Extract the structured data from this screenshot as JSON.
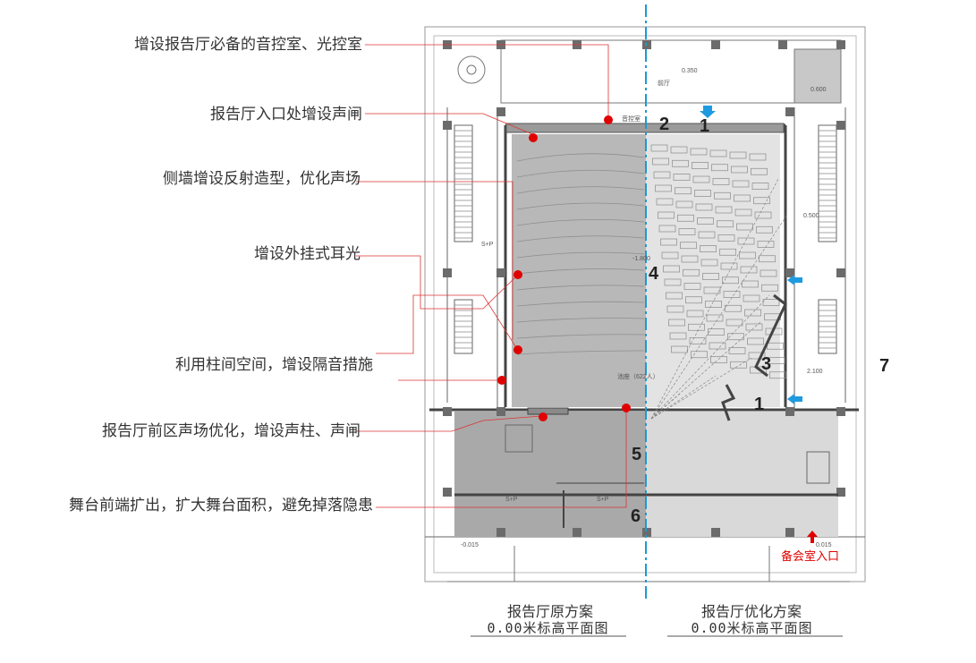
{
  "annotations": [
    {
      "id": "sound-light-control",
      "text": "增设报告厅必备的音控室、光控室"
    },
    {
      "id": "entrance-sound-lock",
      "text": "报告厅入口处增设声闸"
    },
    {
      "id": "side-wall-reflector",
      "text": "侧墙增设反射造型，优化声场"
    },
    {
      "id": "ear-light",
      "text": "增设外挂式耳光"
    },
    {
      "id": "column-sound-insulation",
      "text": "利用柱间空间，增设隔音措施"
    },
    {
      "id": "front-area-acoustics",
      "text": "报告厅前区声场优化，增设声柱、声闸"
    },
    {
      "id": "stage-extension",
      "text": "舞台前端扩出，扩大舞台面积，避免掉落隐患"
    }
  ],
  "numbers": [
    "1",
    "2",
    "4",
    "3",
    "1",
    "5",
    "6",
    "7"
  ],
  "captions": {
    "original_title": "报告厅原方案",
    "original_sub": "0.00米标高平面图",
    "optimized_title": "报告厅优化方案",
    "optimized_sub": "0.00米标高平面图"
  },
  "plan_labels": {
    "seats": "池座（622人）",
    "backup_room_entrance": "备会室入口",
    "lobby": "前厅",
    "control_room": "音控室",
    "level_0350": "0.350",
    "level_0500": "0.500",
    "level_2100": "2.100",
    "level_0015a": "-0.015",
    "level_0015b": "0.015",
    "level_1800": "-1.800",
    "level_0600": "0.600",
    "sp": "S+P"
  },
  "colors": {
    "marker_red": "#e00000",
    "arrow_blue": "#1e9be0",
    "axis_blue": "#1a9ad6",
    "hall_gray": "#b8b8b8",
    "stage_gray_left": "#a9a9a9",
    "hall_light": "#e3e3e3",
    "stage_light": "#d9d9d9"
  }
}
